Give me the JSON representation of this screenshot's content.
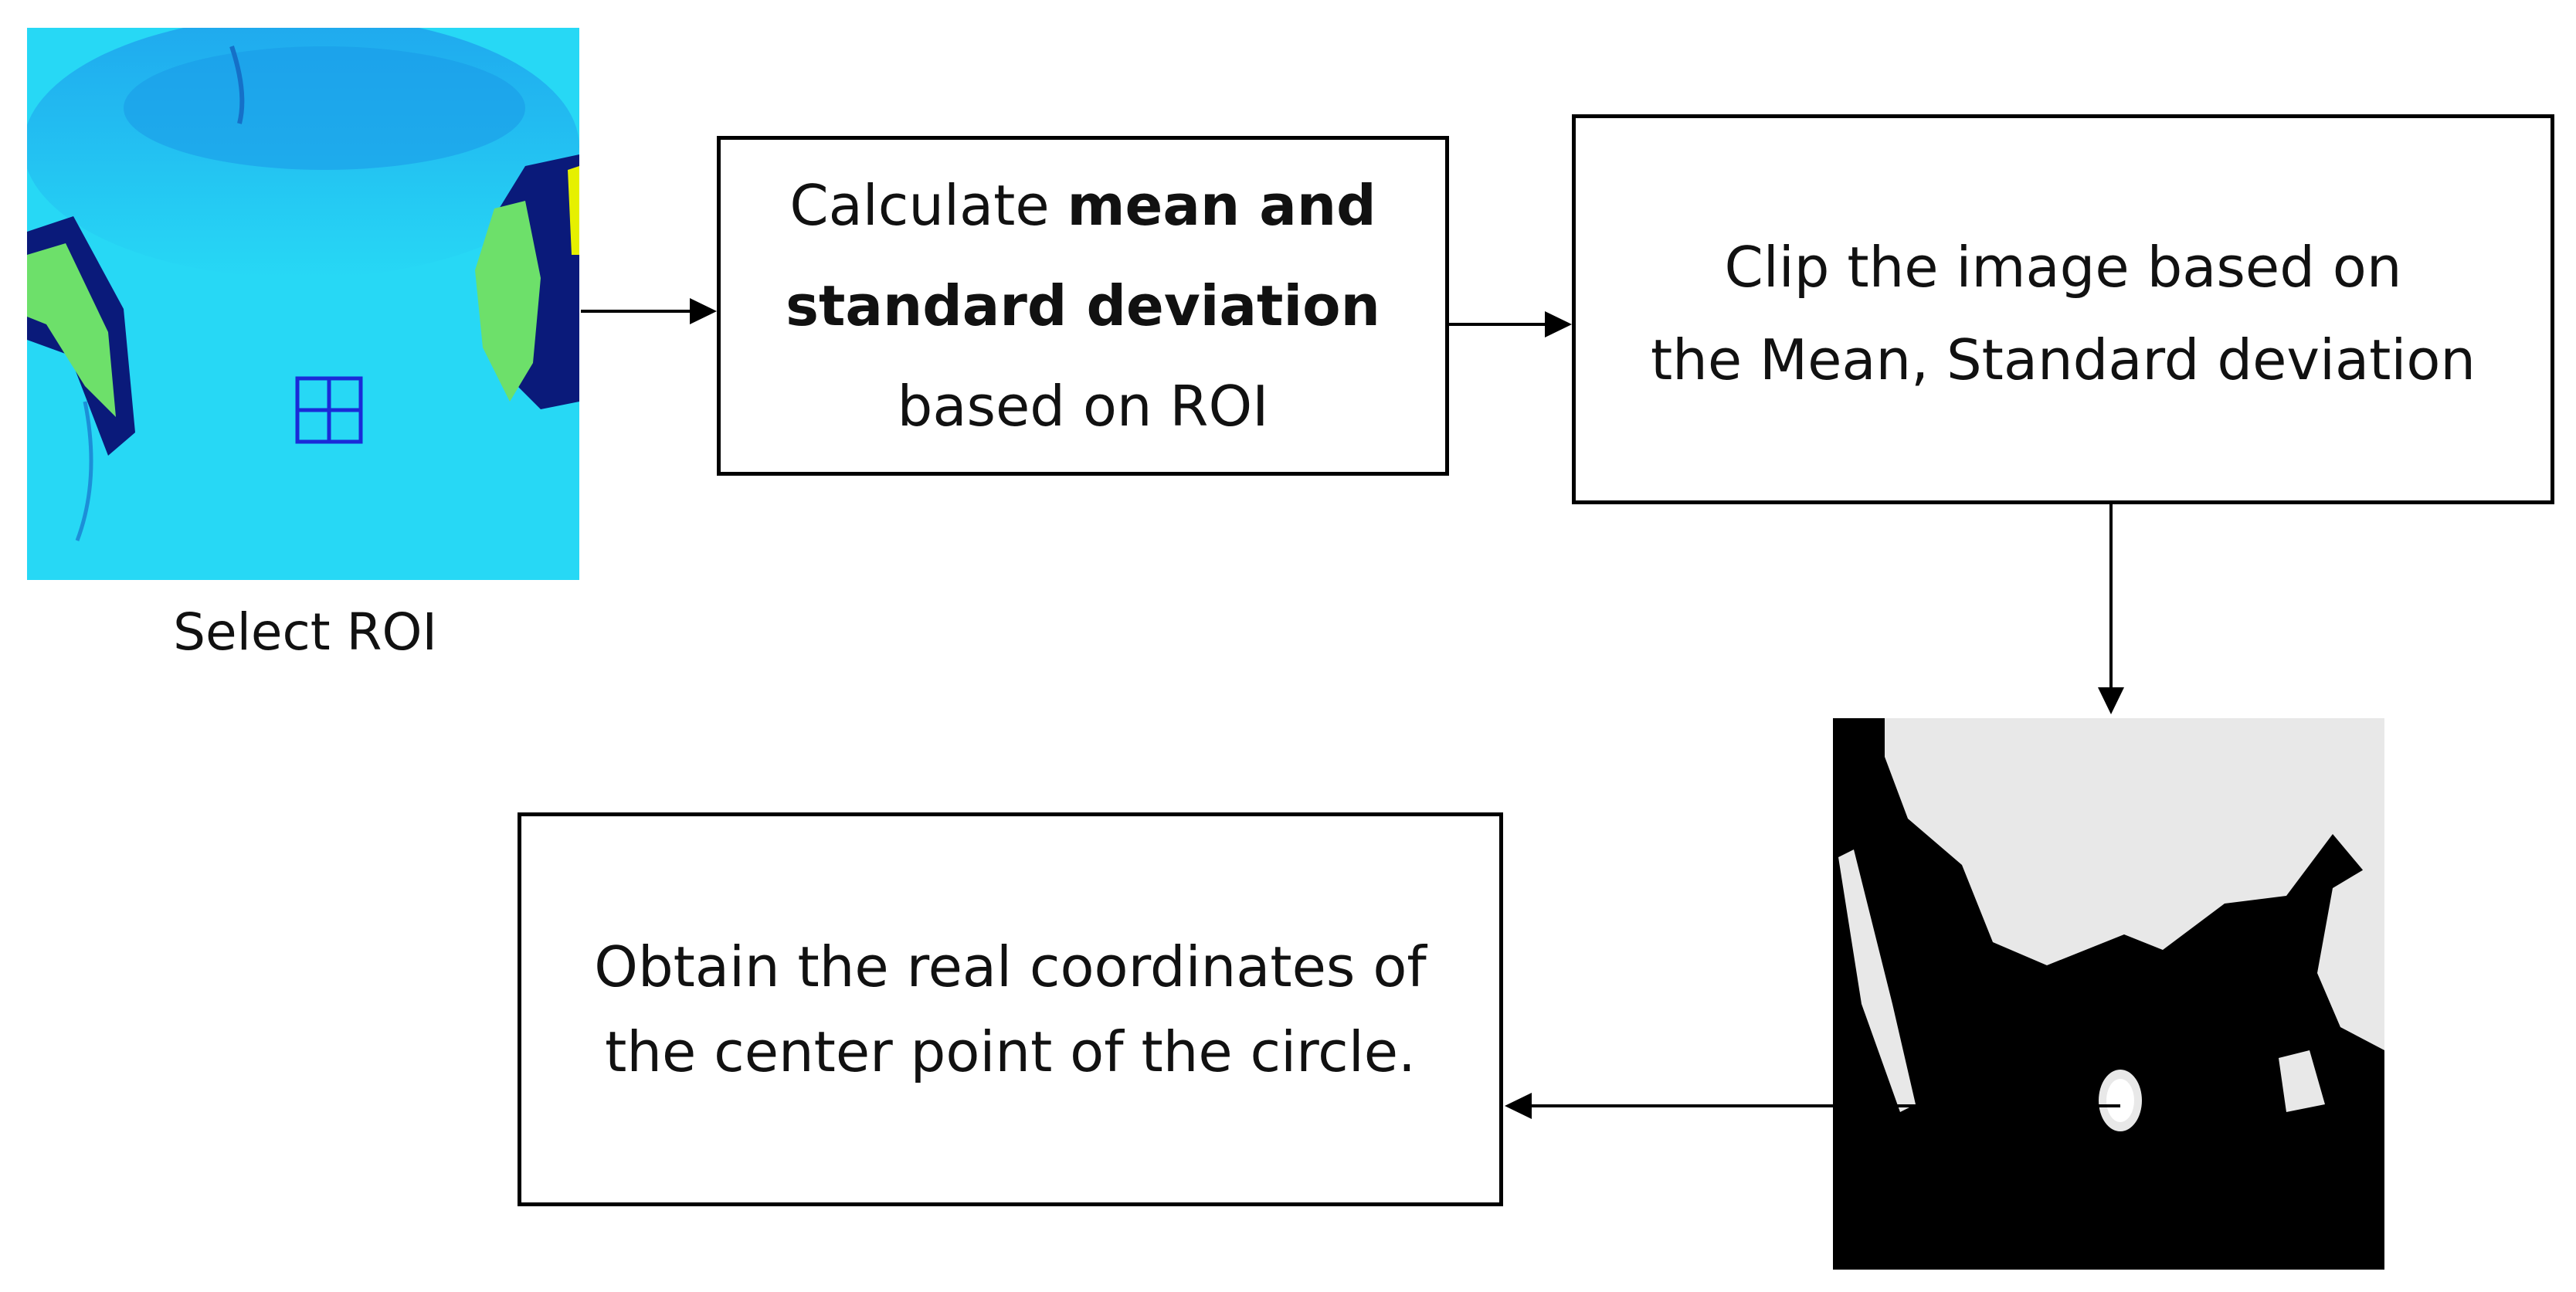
{
  "nodes": {
    "roi_image": {
      "caption": "Select ROI"
    },
    "calc_box": {
      "line1_plain": "Calculate ",
      "line1_bold": "mean and",
      "line2_bold": "standard deviation",
      "line3_plain": "based on ROI"
    },
    "clip_box": {
      "line1": "Clip the image based on",
      "line2": "the Mean, Standard deviation"
    },
    "obtain_box": {
      "line1": "Obtain the real coordinates of",
      "line2": "the center point of the circle."
    }
  },
  "colors": {
    "box_border": "#000000",
    "arrow": "#000000",
    "roi_grid": "#1a2ad8",
    "depth_bg": "#27d8f5",
    "depth_dark": "#0a1a7a",
    "depth_green": "#6de06a",
    "binary_light": "#e8e8e8",
    "binary_dark": "#000000"
  }
}
